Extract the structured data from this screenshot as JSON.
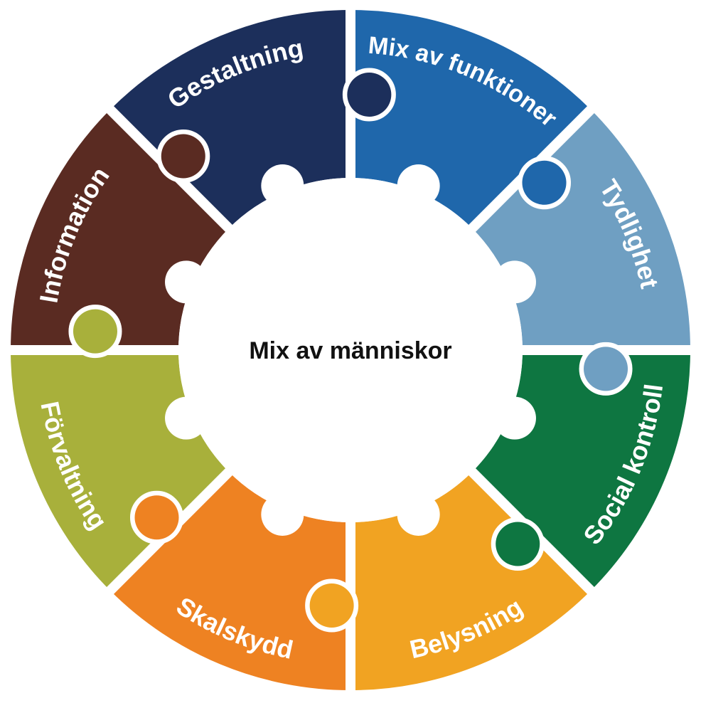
{
  "center": {
    "label": "Mix av människor"
  },
  "segments": [
    {
      "label": "Gestaltning",
      "color": "#1c2f5b"
    },
    {
      "label": "Mix av funktioner",
      "color": "#1f67ab"
    },
    {
      "label": "Tydlighet",
      "color": "#6f9fc2"
    },
    {
      "label": "Social kontroll",
      "color": "#0e7641"
    },
    {
      "label": "Belysning",
      "color": "#f1a322"
    },
    {
      "label": "Skalskydd",
      "color": "#ee8222"
    },
    {
      "label": "Förvaltning",
      "color": "#a8b03b"
    },
    {
      "label": "Information",
      "color": "#5a2b22"
    }
  ]
}
